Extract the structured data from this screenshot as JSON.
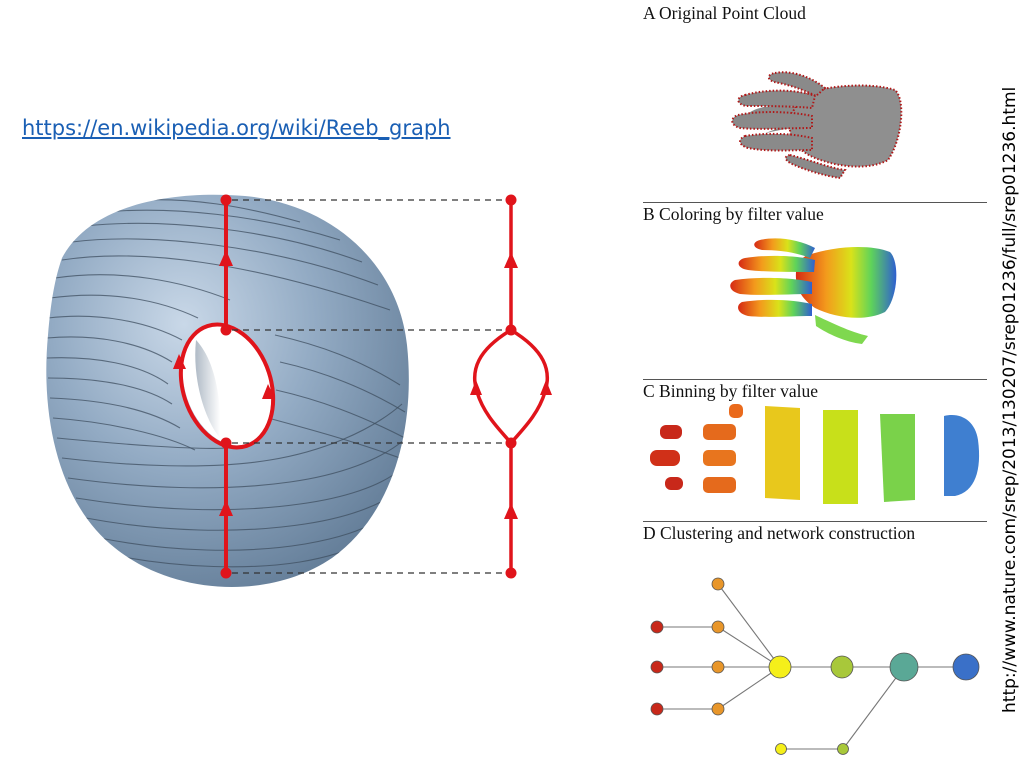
{
  "link_text": "https://en.wikipedia.org/wiki/Reeb_graph",
  "side_url": "http://www.nature.com/srep/2013/130207/srep01236/full/srep01236.html",
  "panels": {
    "a": "A Original Point Cloud",
    "b": "B Coloring by filter value",
    "c": "C Binning by filter value",
    "d": "D Clustering and network construction"
  },
  "colors": {
    "reeb_red": "#e0141b",
    "torus_base": "#8fa7c0",
    "torus_shadow": "#5e7893",
    "contour_line": "#3f4f60"
  }
}
